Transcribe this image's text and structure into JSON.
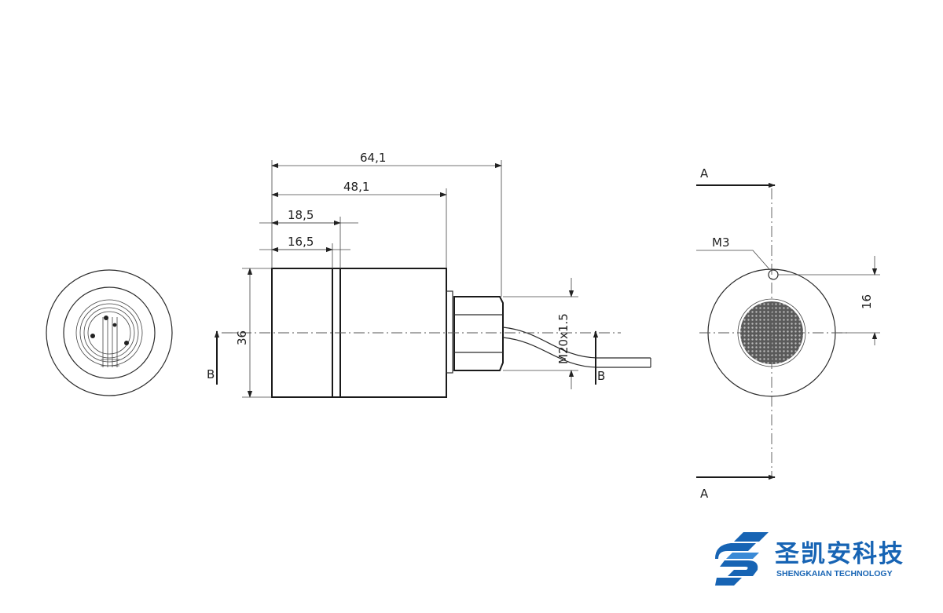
{
  "dimensions": {
    "overall_length": "64,1",
    "body_length": "48,1",
    "dim_18": "18,5",
    "dim_16": "16,5",
    "diameter": "36",
    "thread": "M20x1.5",
    "side_height": "16",
    "screw": "M3"
  },
  "section_labels": {
    "a_top": "A",
    "a_bottom": "A",
    "b_left": "B",
    "b_right": "B"
  },
  "logo": {
    "chinese": "圣凯安科技",
    "english": "SHENGKAIAN TECHNOLOGY",
    "color": "#1764b4"
  }
}
